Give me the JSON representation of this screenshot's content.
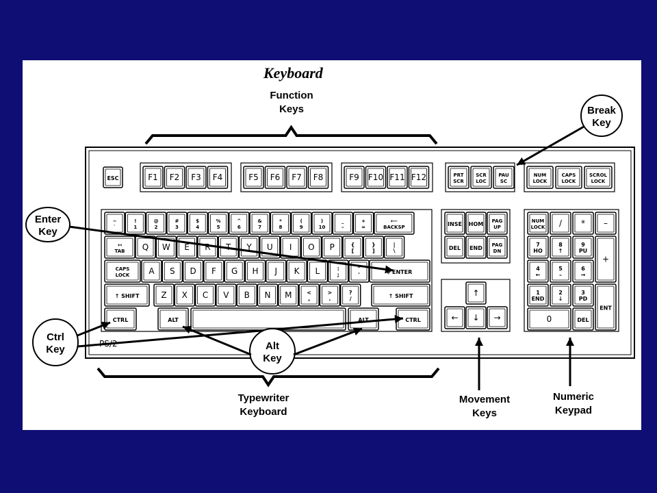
{
  "title": "Keyboard",
  "annotations": {
    "function_keys": [
      "Function",
      "Keys"
    ],
    "break_key": [
      "Break",
      "Key"
    ],
    "enter_key": [
      "Enter",
      "Key"
    ],
    "ctrl_key": [
      "Ctrl",
      "Key"
    ],
    "alt_key": [
      "Alt",
      "Key"
    ],
    "typewriter": [
      "Typewriter",
      "Keyboard"
    ],
    "movement": [
      "Movement",
      "Keys"
    ],
    "numeric": [
      "Numeric",
      "Keypad"
    ]
  },
  "model_label": "PS/2",
  "keys": {
    "esc": "ESC",
    "f1": "F1",
    "f2": "F2",
    "f3": "F3",
    "f4": "F4",
    "f5": "F5",
    "f6": "F6",
    "f7": "F7",
    "f8": "F8",
    "f9": "F9",
    "f10": "F10",
    "f11": "F11",
    "f12": "F12",
    "prt_scr": [
      "PRT",
      "SCR"
    ],
    "scr_loc": [
      "SCR",
      "LOC"
    ],
    "pau_sc": [
      "PAU",
      "SC"
    ],
    "num_lock": [
      "NUM",
      "LOCK"
    ],
    "caps_lock_ind": [
      "CAPS",
      "LOCK"
    ],
    "scroll_lock": [
      "SCROL",
      "LOCK"
    ],
    "row1": [
      [
        "~",
        "`"
      ],
      [
        "!",
        "1"
      ],
      [
        "@",
        "2"
      ],
      [
        "#",
        "3"
      ],
      [
        "$",
        "4"
      ],
      [
        "%",
        "5"
      ],
      [
        "^",
        "6"
      ],
      [
        "&",
        "7"
      ],
      [
        "*",
        "8"
      ],
      [
        "(",
        "9"
      ],
      [
        ")",
        "10"
      ],
      [
        "_",
        "–"
      ],
      [
        "+",
        "="
      ]
    ],
    "backsp": "BACKSP",
    "tab": "TAB",
    "row2": [
      "Q",
      "W",
      "E",
      "R",
      "T",
      "Y",
      "U",
      "I",
      "O",
      "P",
      [
        "{",
        "["
      ],
      [
        "}",
        "]"
      ],
      [
        "|",
        "\\"
      ]
    ],
    "caps": [
      "CAPS",
      "LOCK"
    ],
    "row3": [
      "A",
      "S",
      "D",
      "F",
      "G",
      "H",
      "J",
      "K",
      "L",
      [
        ":",
        ";"
      ],
      [
        "\"",
        "'"
      ]
    ],
    "enter": "ENTER",
    "shift_l": "SHIFT",
    "row4": [
      "Z",
      "X",
      "C",
      "V",
      "B",
      "N",
      "M",
      [
        "<",
        ","
      ],
      [
        ">",
        "."
      ],
      [
        "?",
        "/"
      ]
    ],
    "shift_r": "SHIFT",
    "ctrl_l": "CTRL",
    "alt_l": "ALT",
    "alt_r": "ALT",
    "ctrl_r": "CTRL",
    "nav": [
      [
        "INSE"
      ],
      [
        "HOM"
      ],
      [
        "PAG",
        "UP"
      ],
      [
        "DEL"
      ],
      [
        "END"
      ],
      [
        "PAG",
        "DN"
      ]
    ],
    "arrows": [
      "↑",
      "←",
      "↓",
      "→"
    ],
    "numpad": {
      "numlock": [
        "NUM",
        "LOCK"
      ],
      "slash": "/",
      "star": "*",
      "minus": "–",
      "n7": [
        "7",
        "HO"
      ],
      "n8": [
        "8",
        "↑"
      ],
      "n9": [
        "9",
        "PU"
      ],
      "plus": "+",
      "n4": [
        "4",
        "←"
      ],
      "n5": [
        "5",
        "–"
      ],
      "n6": [
        "6",
        "→"
      ],
      "n1": [
        "1",
        "END"
      ],
      "n2": [
        "2",
        "↓"
      ],
      "n3": [
        "3",
        "PD"
      ],
      "ent": "ENT",
      "n0": "0",
      "del": "DEL"
    }
  }
}
